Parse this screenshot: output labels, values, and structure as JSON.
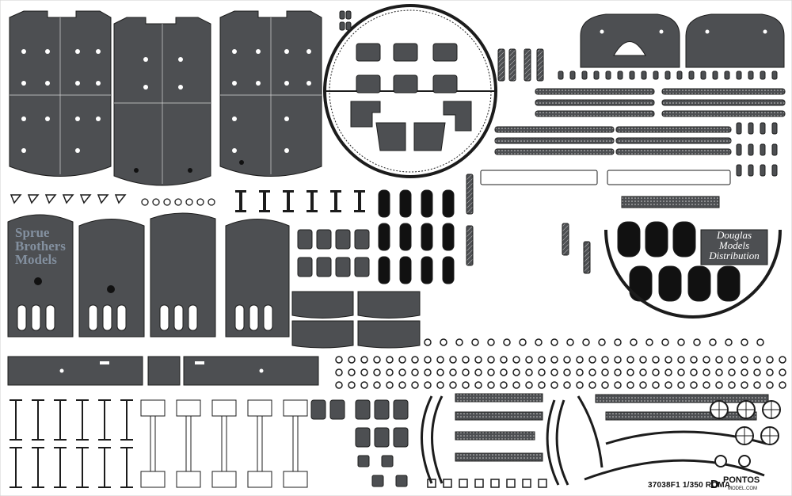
{
  "sheet": {
    "product_code": "37038F1",
    "scale": "1/350",
    "ship": "ROMA",
    "sheet_letter": "D",
    "brand": "PONTOS",
    "website": "MODEL.COM"
  },
  "watermarks": {
    "sbm": [
      "Sprue",
      "Brothers",
      "Models"
    ],
    "dmd": [
      "Douglas",
      "Models",
      "Distribution"
    ]
  },
  "colors": {
    "fret": "#ffffff",
    "part_fill": "#4d4f52",
    "part_edge": "#1c1c1c",
    "detail": "#d6d6d6"
  }
}
